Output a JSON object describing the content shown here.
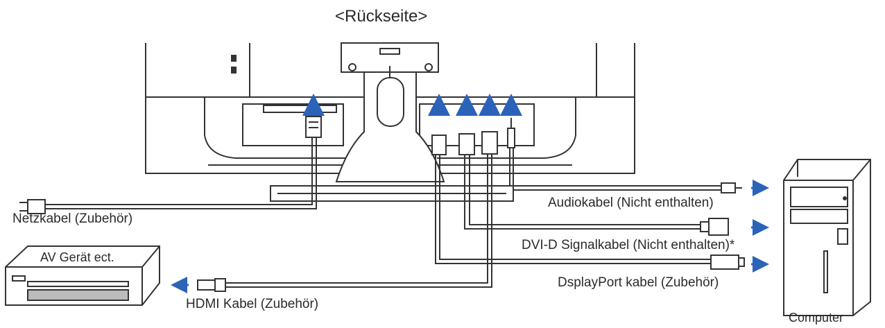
{
  "title": "<Rückseite>",
  "labels": {
    "netzkabel": "Netzkabel (Zubehör)",
    "audiokabel": "Audiokabel (Nicht enthalten)",
    "dvi": "DVI-D Signalkabel (Nicht enthalten)*",
    "displayport": "DsplayPort kabel (Zubehör)",
    "hdmi": "HDMI Kabel (Zubehör)",
    "av_device": "AV Gerät ect.",
    "computer": "Computer"
  },
  "colors": {
    "arrow": "#2b63b8",
    "line": "#333333",
    "cable_fill": "#ffffff"
  }
}
